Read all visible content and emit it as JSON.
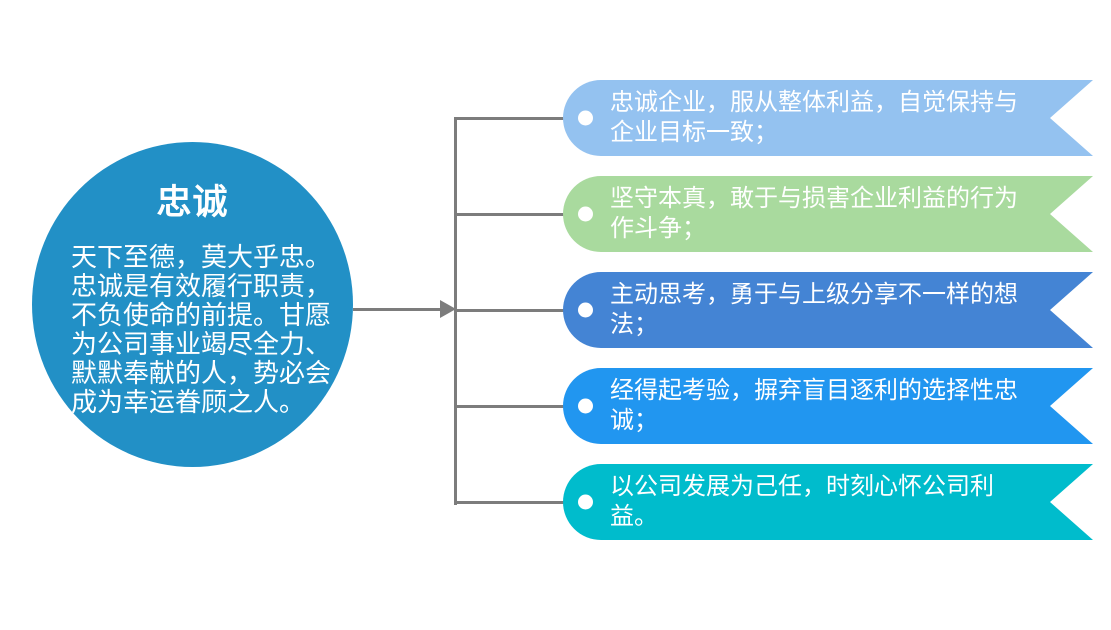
{
  "circle": {
    "title": "忠诚",
    "body": "天下至德，莫大乎忠。忠诚是有效履行职责，不负使命的前提。甘愿为公司事业竭尽全力、默默奉献的人，势必会成为幸运眷顾之人。",
    "color": "#2290C6",
    "text_color": "#FFFFFF"
  },
  "connector": {
    "color": "#7C7C7C"
  },
  "branches": [
    {
      "label": "忠诚企业，服从整体利益，自觉保持与企业目标一致；",
      "color": "#94C2F0"
    },
    {
      "label": "坚守本真，敢于与损害企业利益的行为作斗争；",
      "color": "#A9DA9E"
    },
    {
      "label": "主动思考，勇于与上级分享不一样的想法；",
      "color": "#4484D4"
    },
    {
      "label": "经得起考验，摒弃盲目逐利的选择性忠诚；",
      "color": "#2196F0"
    },
    {
      "label": "以公司发展为己任，时刻心怀公司利益。",
      "color": "#00BCCC"
    }
  ]
}
